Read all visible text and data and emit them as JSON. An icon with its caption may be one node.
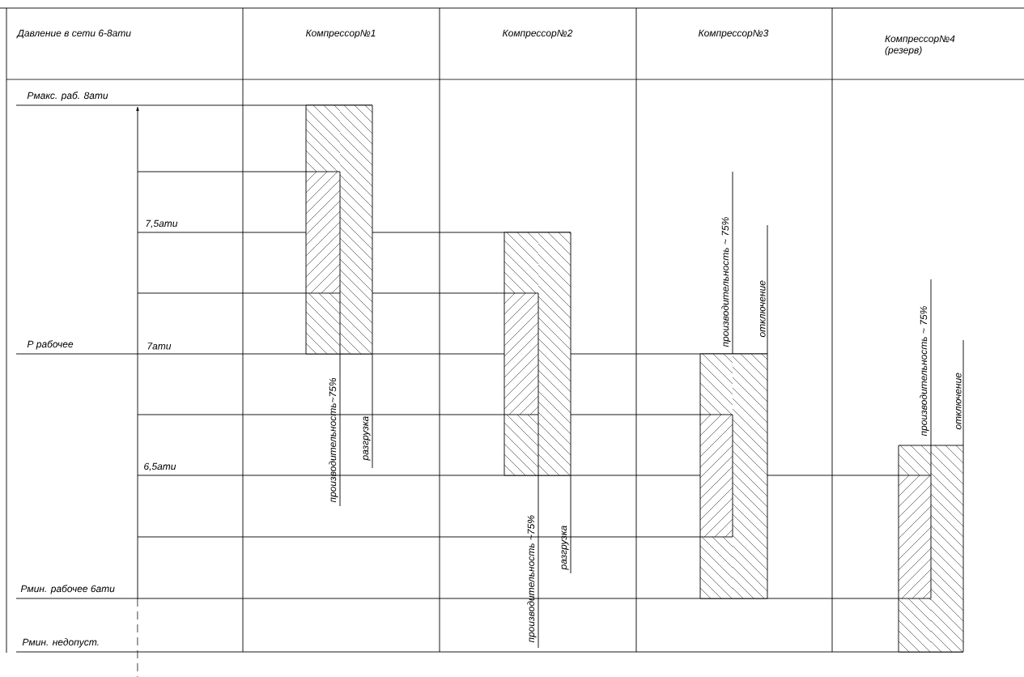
{
  "diagram": {
    "labels": [
      "Давление в сети 6-8ати",
      "Компрессор№1",
      "Компрессор№2",
      "Компрессор№3",
      "Компрессор№4 (резерв)",
      "Рмакс. раб. 8ати",
      "7,5ати",
      "Р рабочее",
      "7ати",
      "6,5ати",
      "Рмин. рабочее 6ати",
      "Рмин. недопуст.",
      "производительность~75%",
      "разгрузка",
      "производительность ~75%",
      "разгрузка",
      "производительность ~ 75%",
      "отключение",
      "производительность ~ 75%",
      "отключение"
    ]
  }
}
